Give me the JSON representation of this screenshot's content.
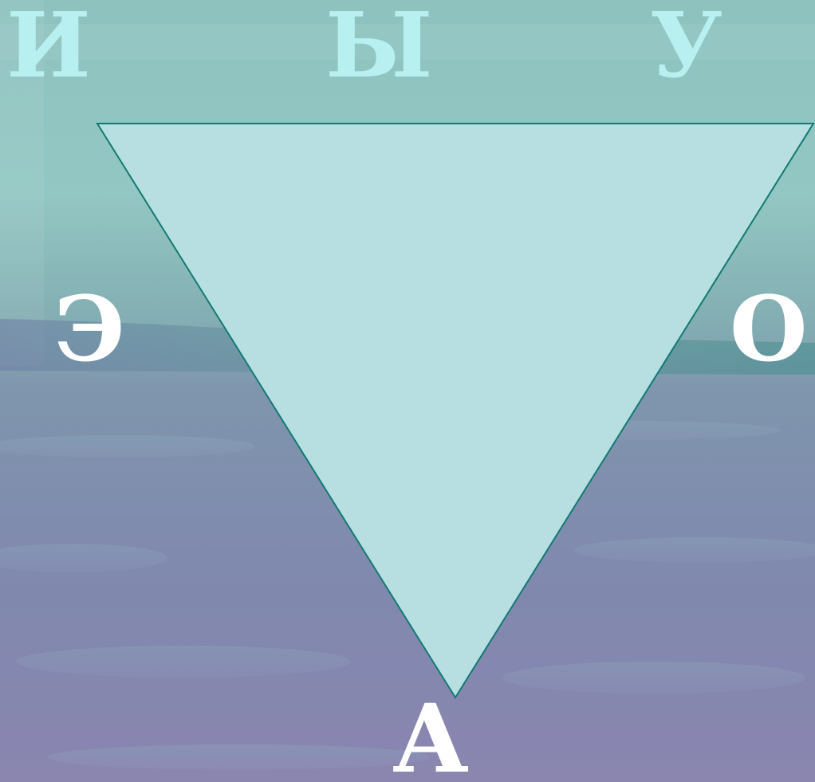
{
  "diagram": {
    "top_letters": [
      "И",
      "Ы",
      "У"
    ],
    "middle_left_letter": "Э",
    "middle_right_letter": "О",
    "bottom_letter": "А"
  },
  "colors": {
    "top_letters": "#b8f0f2",
    "side_letters": "#ffffff",
    "triangle_fill": "#b7dfe2",
    "triangle_stroke": "#127a72",
    "sky": "#86b8b8",
    "sea": "#7e86ae"
  }
}
